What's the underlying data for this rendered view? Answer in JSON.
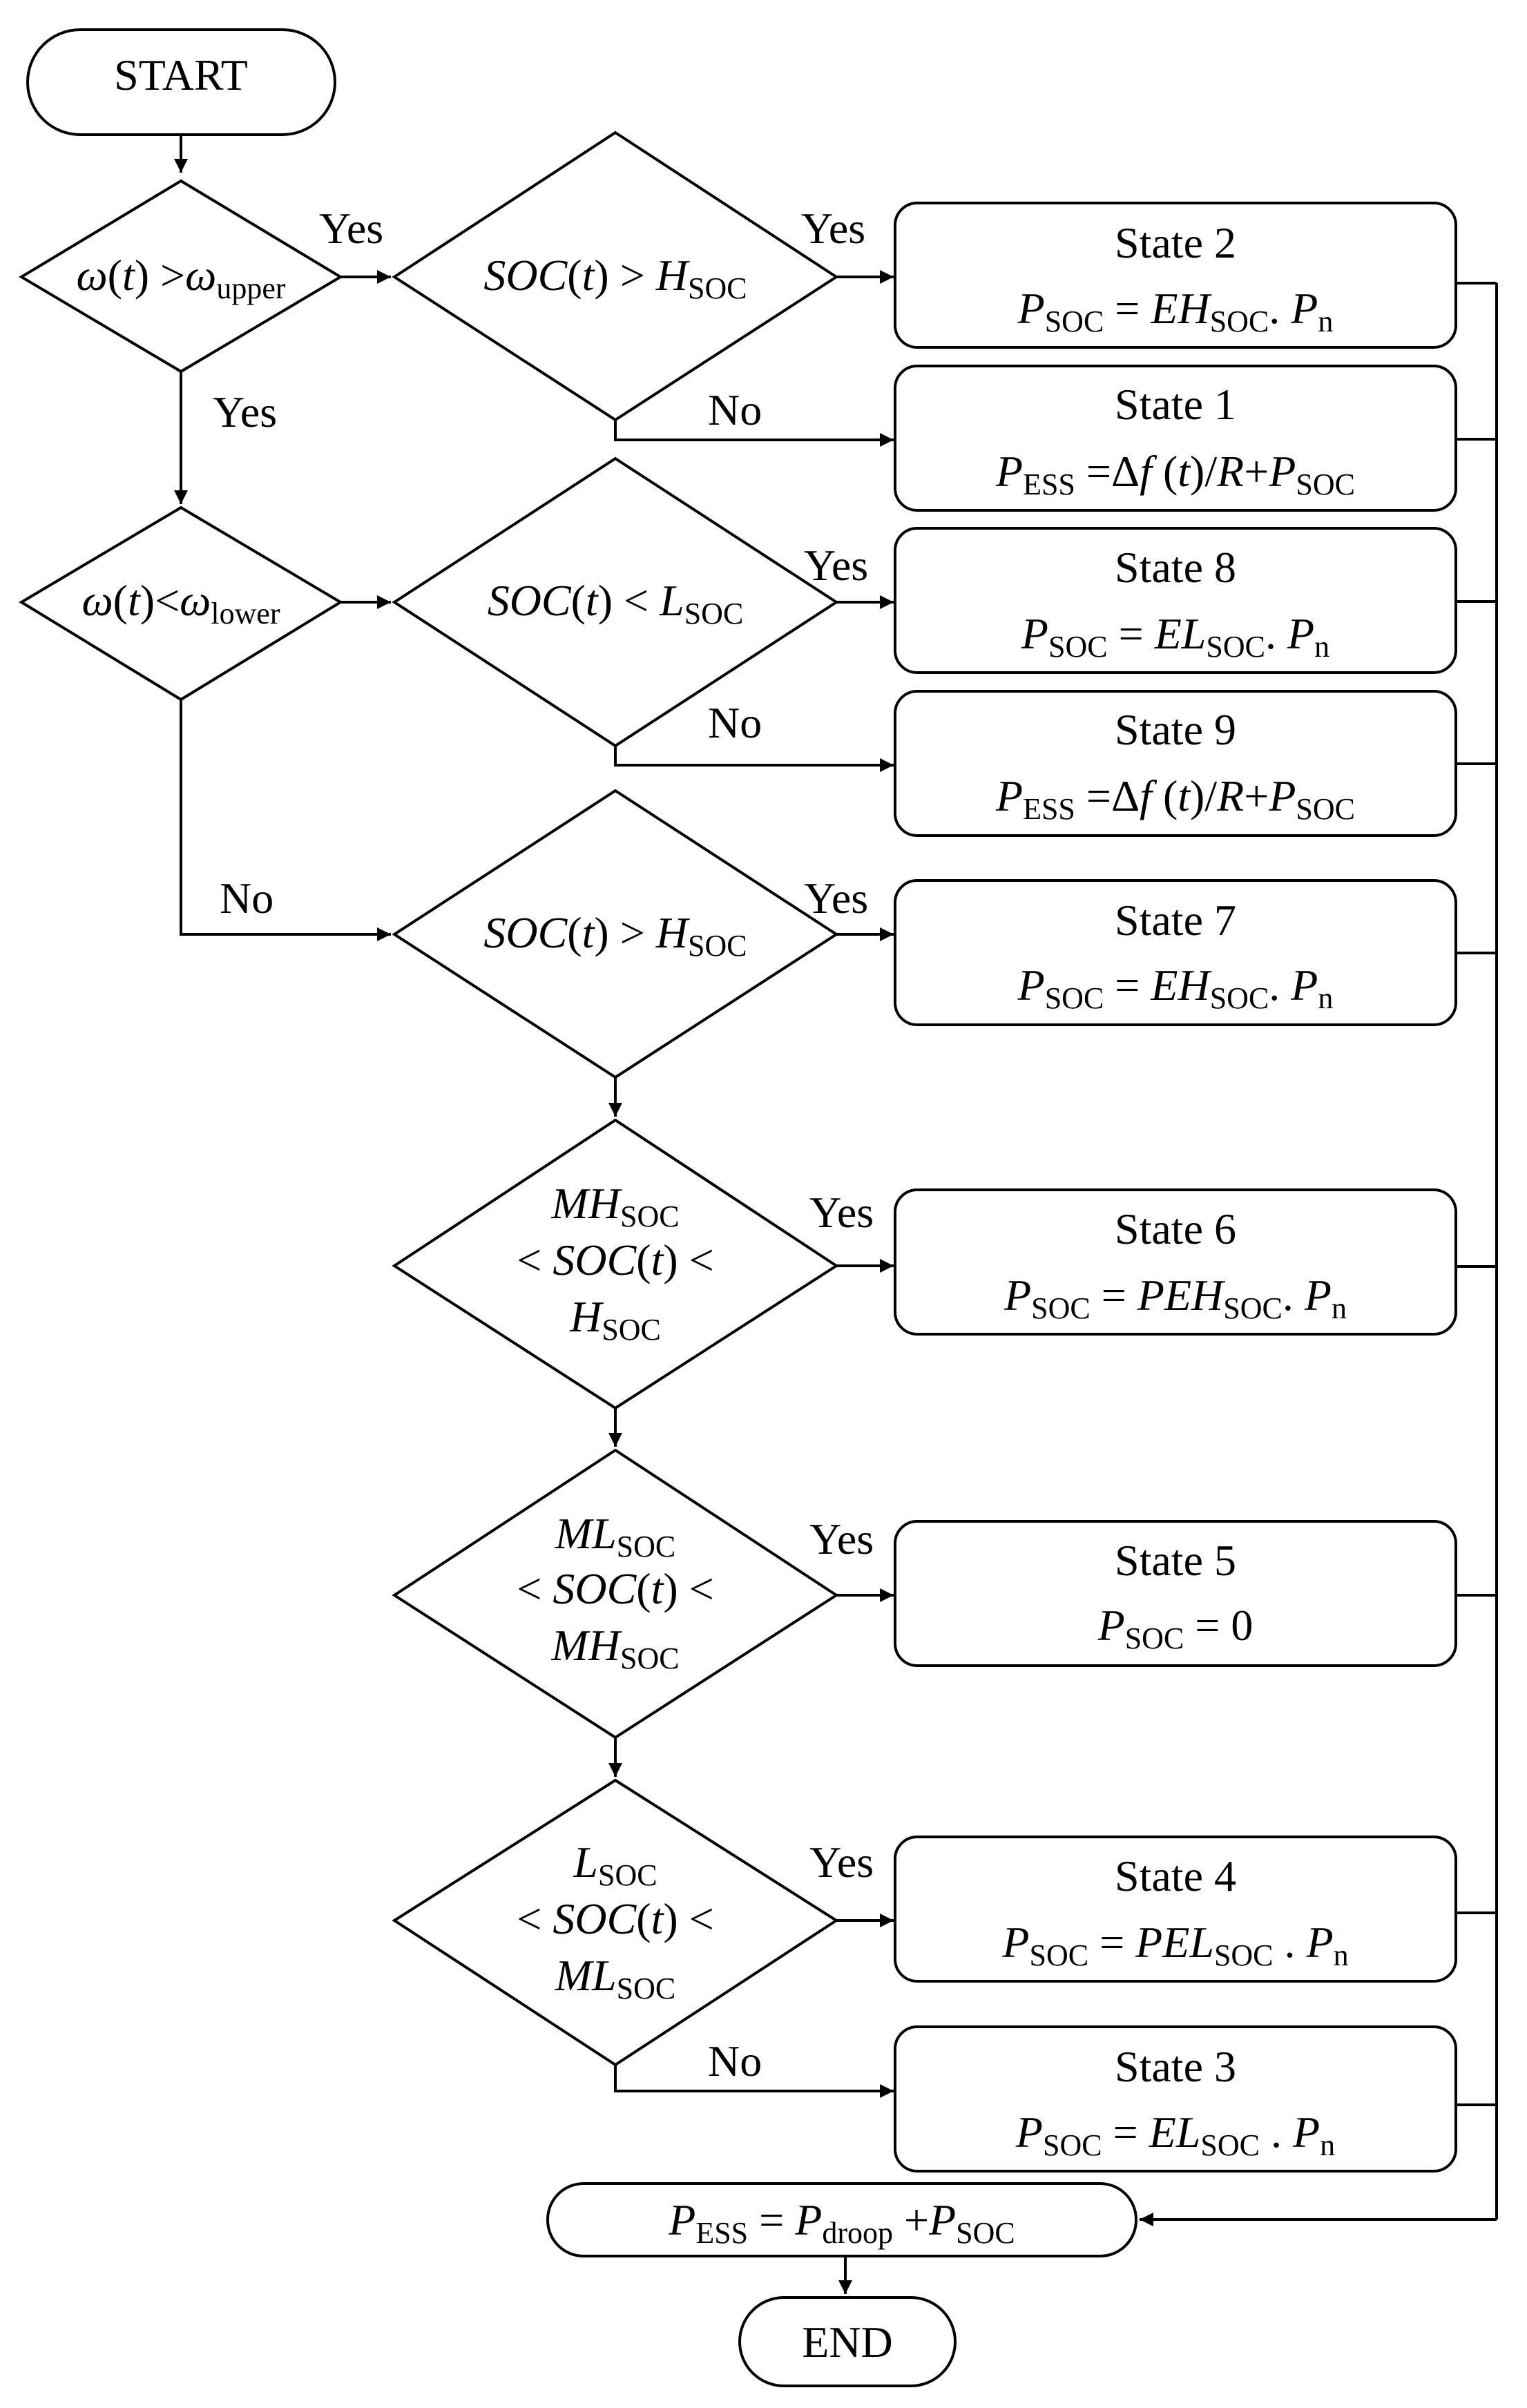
{
  "terminals": {
    "start": "START",
    "end": "END"
  },
  "labels": {
    "yes": "Yes",
    "no": "No"
  },
  "decisions": {
    "omega_upper": {
      "var": "ω",
      "arg": "t",
      "op": " >",
      "sym": "ω",
      "sub": "upper"
    },
    "omega_lower": {
      "var": "ω",
      "arg": "t",
      "op": "<",
      "sym": "ω",
      "sub": "lower"
    },
    "soc_high_1": {
      "lhs": "SOC",
      "arg": "t",
      "op": " > ",
      "rhs": "H",
      "sub": "SOC"
    },
    "soc_low": {
      "lhs": "SOC",
      "arg": "t",
      "op": " < ",
      "rhs": "L",
      "sub": "SOC"
    },
    "soc_high_2": {
      "lhs": "SOC",
      "arg": "t",
      "op": " > ",
      "rhs": "H",
      "sub": "SOC"
    },
    "band_mh_h": {
      "low": "MH",
      "low_sub": "SOC",
      "mid_pre": "< ",
      "mid": "SOC",
      "arg": "t",
      "mid_post": " <",
      "high": "H",
      "high_sub": "SOC"
    },
    "band_ml_mh": {
      "low": "ML",
      "low_sub": "SOC",
      "mid_pre": "< ",
      "mid": "SOC",
      "arg": "t",
      "mid_post": " <",
      "high": "MH",
      "high_sub": "SOC"
    },
    "band_l_ml": {
      "low": "L",
      "low_sub": "SOC",
      "mid_pre": "< ",
      "mid": "SOC",
      "arg": "t",
      "mid_post": " <",
      "high": "ML",
      "high_sub": "SOC"
    }
  },
  "states": {
    "s2": {
      "title": "State 2",
      "p": "P",
      "p_sub": "SOC",
      "eq": " = ",
      "coef": "EH",
      "coef_sub": "SOC",
      "tail": ". ",
      "pn": "P",
      "pn_sub": "n"
    },
    "s1": {
      "title": "State 1",
      "p": "P",
      "p_sub": "ESS",
      "eq": " =",
      "delta": "Δ",
      "f": "f",
      "ft": " (",
      "t": "t",
      "rp": ")/",
      "r": "R",
      "plus": "+",
      "p2": "P",
      "p2_sub": "SOC"
    },
    "s8": {
      "title": "State 8",
      "p": "P",
      "p_sub": "SOC",
      "eq": " = ",
      "coef": "EL",
      "coef_sub": "SOC",
      "tail": ". ",
      "pn": "P",
      "pn_sub": "n"
    },
    "s9": {
      "title": "State 9",
      "p": "P",
      "p_sub": "ESS",
      "eq": " =",
      "delta": "Δ",
      "f": "f",
      "ft": " (",
      "t": "t",
      "rp": ")/",
      "r": "R",
      "plus": "+",
      "p2": "P",
      "p2_sub": "SOC"
    },
    "s7": {
      "title": "State 7",
      "p": "P",
      "p_sub": "SOC",
      "eq": " = ",
      "coef": "EH",
      "coef_sub": "SOC",
      "tail": ". ",
      "pn": "P",
      "pn_sub": "n"
    },
    "s6": {
      "title": "State 6",
      "p": "P",
      "p_sub": "SOC",
      "eq": " = ",
      "coef": "PEH",
      "coef_sub": "SOC",
      "tail": ". ",
      "pn": "P",
      "pn_sub": "n"
    },
    "s5": {
      "title": "State 5",
      "p": "P",
      "p_sub": "SOC",
      "eq": " = 0"
    },
    "s4": {
      "title": "State 4",
      "p": "P",
      "p_sub": "SOC",
      "eq": " = ",
      "coef": "PEL",
      "coef_sub": "SOC",
      "tail": " . ",
      "pn": "P",
      "pn_sub": "n"
    },
    "s3": {
      "title": "State 3",
      "p": "P",
      "p_sub": "SOC",
      "eq": " = ",
      "coef": "EL",
      "coef_sub": "SOC",
      "tail": " . ",
      "pn": "P",
      "pn_sub": "n"
    }
  },
  "final": {
    "p": "P",
    "p_sub": "ESS",
    "eq": " = ",
    "p2": "P",
    "p2_sub": "droop",
    "plus": " +",
    "p3": "P",
    "p3_sub": "SOC"
  }
}
